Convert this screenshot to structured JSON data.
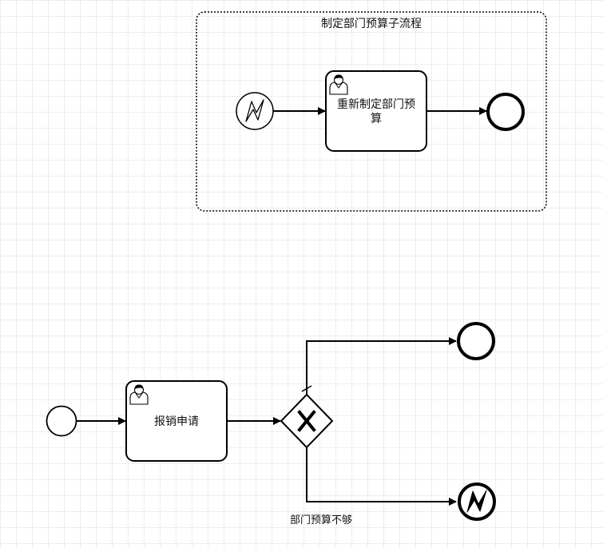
{
  "subprocess": {
    "title": "制定部门预算子流程",
    "task_line1": "重新制定部门预",
    "task_line2": "算"
  },
  "main": {
    "task_label": "报销申请",
    "flow_label": "部门预算不够"
  }
}
